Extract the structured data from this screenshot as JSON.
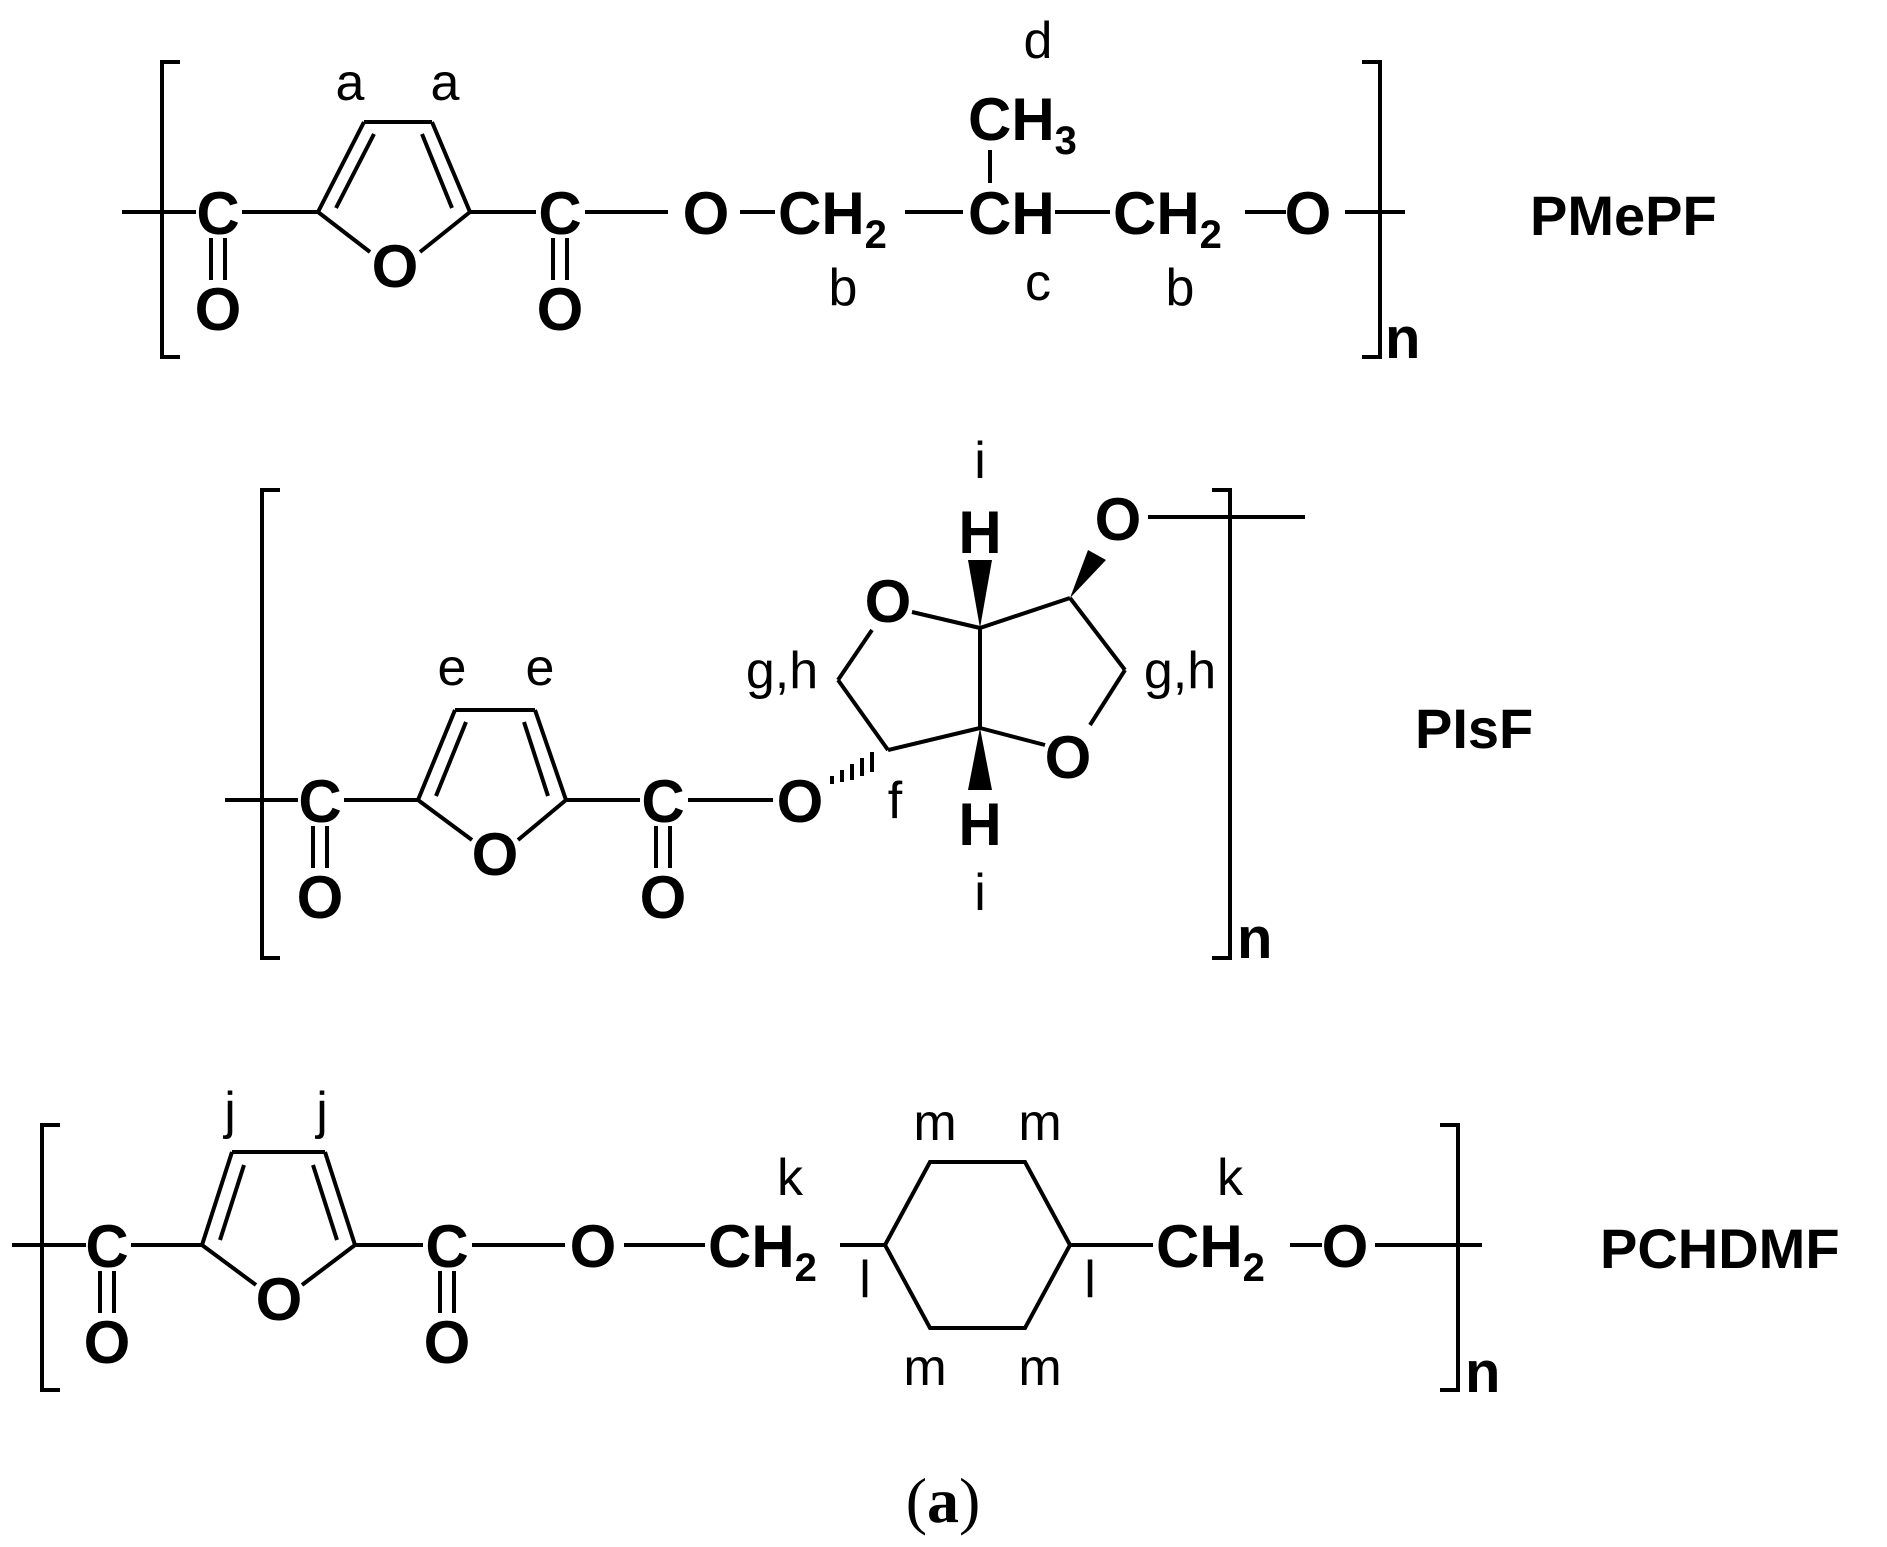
{
  "structures": [
    {
      "name": "PMePF",
      "repeat_index": "n",
      "labels": [
        "a",
        "a",
        "d",
        "b",
        "c",
        "b"
      ],
      "methyl": {
        "main": "CH",
        "sub": "3"
      }
    },
    {
      "name": "PIsF",
      "repeat_index": "n",
      "labels": [
        "e",
        "e",
        "i",
        "i",
        "g,h",
        "g,h",
        "f"
      ]
    },
    {
      "name": "PCHDMF",
      "repeat_index": "n",
      "labels": [
        "j",
        "j",
        "k",
        "k",
        "m",
        "m",
        "m",
        "m",
        "l",
        "l"
      ]
    }
  ],
  "atoms": {
    "carbon": "C",
    "oxygen": "O",
    "hydrogen": "H",
    "ch": "CH",
    "methylene_sub": "2"
  },
  "caption": {
    "open": "(",
    "letter": "a",
    "close": ")"
  }
}
